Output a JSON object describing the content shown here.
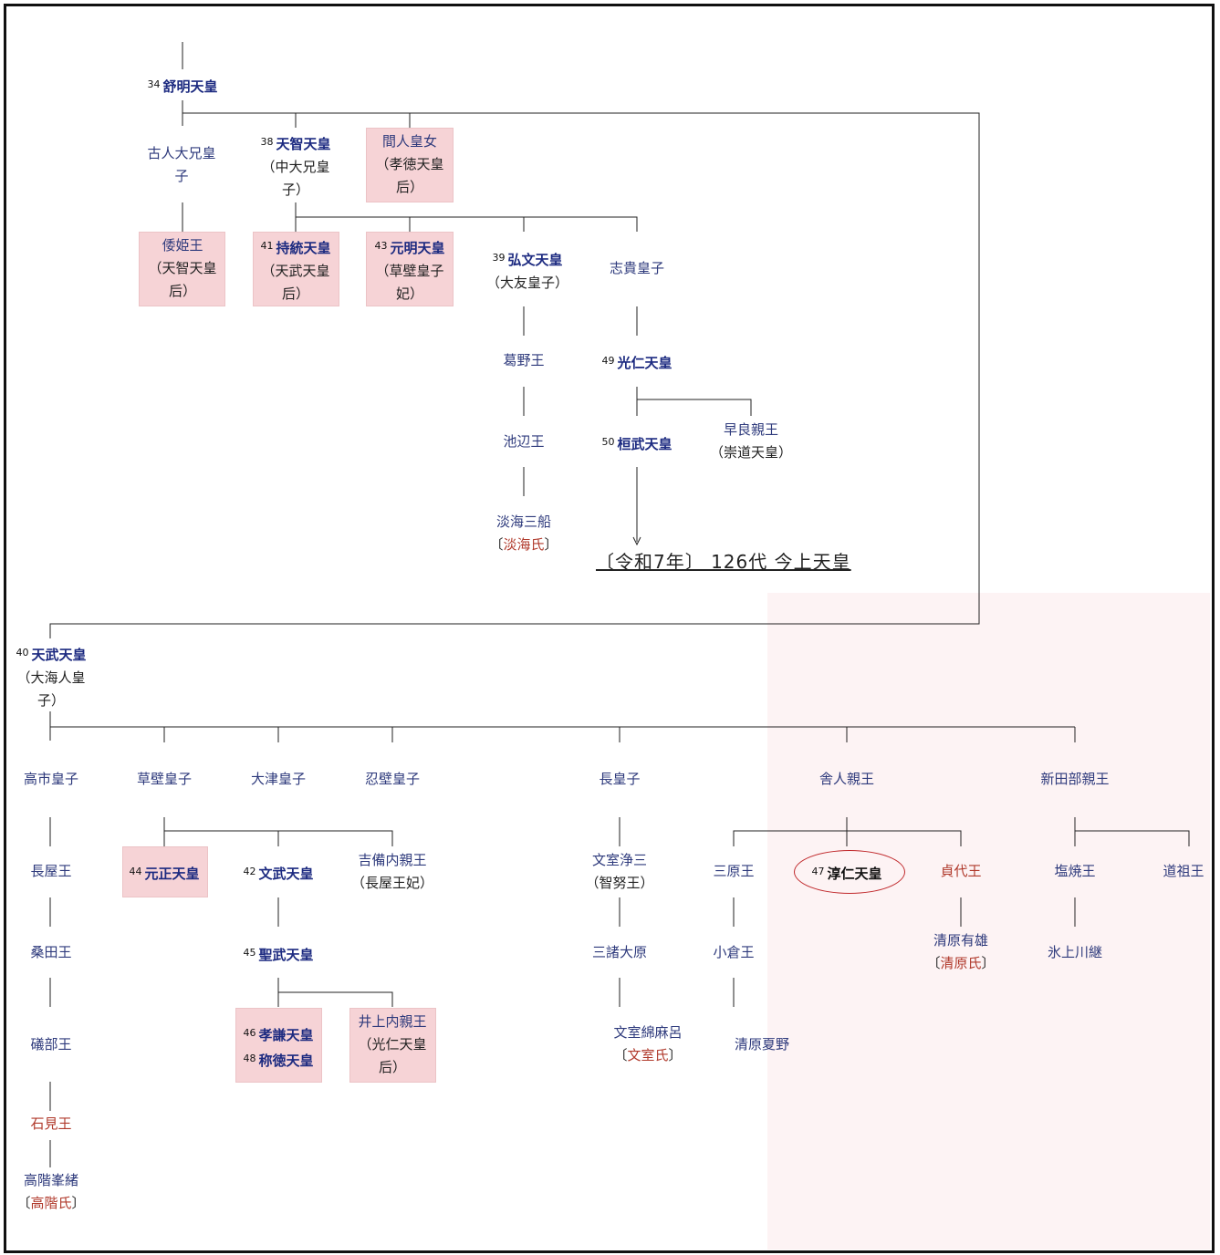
{
  "present": "〔令和7年〕 126代 今上天皇",
  "colors": {
    "emperor_text": "#1c2a80",
    "person_text": "#2e3a7c",
    "clan_text": "#b0392b",
    "highlight_box": "#f6d3d6",
    "ellipse": "#c0282b"
  },
  "nodes": {
    "jomei": {
      "num": "34",
      "name": "舒明天皇"
    },
    "furuhito": {
      "name": "古人大兄皇子"
    },
    "tenji": {
      "num": "38",
      "name": "天智天皇",
      "sub": "（中大兄皇子）"
    },
    "hashihito": {
      "name": "間人皇女",
      "sub": "（孝徳天皇后）"
    },
    "yamatohime": {
      "name": "倭姫王",
      "sub": "（天智天皇后）"
    },
    "jito": {
      "num": "41",
      "name": "持統天皇",
      "sub": "（天武天皇后）"
    },
    "genmei": {
      "num": "43",
      "name": "元明天皇",
      "sub": "（草壁皇子妃）"
    },
    "kobun": {
      "num": "39",
      "name": "弘文天皇",
      "sub": "（大友皇子）"
    },
    "shiki": {
      "name": "志貴皇子"
    },
    "kadono": {
      "name": "葛野王"
    },
    "konin": {
      "num": "49",
      "name": "光仁天皇"
    },
    "ikebe": {
      "name": "池辺王"
    },
    "kanmu": {
      "num": "50",
      "name": "桓武天皇"
    },
    "sawara": {
      "name": "早良親王",
      "sub": "（崇道天皇）"
    },
    "mifune": {
      "name": "淡海三船",
      "sub_pre": "〔",
      "sub_red": "淡海氏",
      "sub_post": "〕"
    },
    "tenmu": {
      "num": "40",
      "name": "天武天皇",
      "sub": "（大海人皇子）"
    },
    "takechi": {
      "name": "高市皇子"
    },
    "kusakabe": {
      "name": "草壁皇子"
    },
    "otsu": {
      "name": "大津皇子"
    },
    "osakabe": {
      "name": "忍壁皇子"
    },
    "naga": {
      "name": "長皇子"
    },
    "toneri": {
      "name": "舎人親王"
    },
    "niitabe": {
      "name": "新田部親王"
    },
    "nagaya": {
      "name": "長屋王"
    },
    "gensho": {
      "num": "44",
      "name": "元正天皇"
    },
    "monmu": {
      "num": "42",
      "name": "文武天皇"
    },
    "kibi": {
      "name": "吉備内親王",
      "sub": "（長屋王妃）"
    },
    "chinu": {
      "name": "文室浄三",
      "sub": "（智努王）"
    },
    "mihara": {
      "name": "三原王"
    },
    "junnin": {
      "num": "47",
      "name": "淳仁天皇"
    },
    "sadayo": {
      "name": "貞代王"
    },
    "shioyaki": {
      "name": "塩焼王"
    },
    "funado": {
      "name": "道祖王"
    },
    "kuwata": {
      "name": "桑田王"
    },
    "shomu": {
      "num": "45",
      "name": "聖武天皇"
    },
    "ohara": {
      "name": "三諸大原"
    },
    "ogura": {
      "name": "小倉王"
    },
    "kiyohara_ario": {
      "name": "清原有雄",
      "sub_pre": "〔",
      "sub_red": "清原氏",
      "sub_post": "〕"
    },
    "hikami": {
      "name": "氷上川継"
    },
    "isobe": {
      "name": "礒部王"
    },
    "koken": {
      "num": "46",
      "name": "孝謙天皇"
    },
    "shotoku": {
      "num": "48",
      "name": "称徳天皇"
    },
    "inoue": {
      "name": "井上内親王",
      "sub": "（光仁天皇后）"
    },
    "watamaro": {
      "name": "文室綿麻呂",
      "sub_pre": "〔",
      "sub_red": "文室氏",
      "sub_post": "〕"
    },
    "natsuno": {
      "name": "清原夏野"
    },
    "iwami": {
      "name": "石見王"
    },
    "takashina": {
      "name": "高階峯緒",
      "sub_pre": "〔",
      "sub_red": "高階氏",
      "sub_post": "〕"
    }
  }
}
